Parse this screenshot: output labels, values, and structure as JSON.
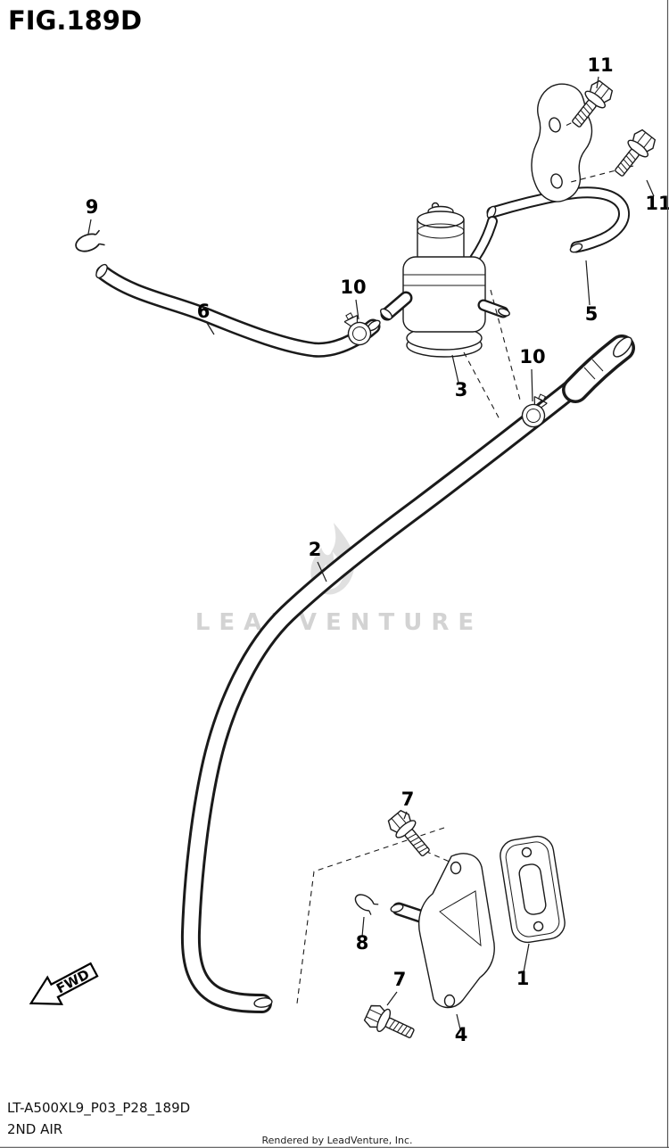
{
  "figure": {
    "title": "FIG.189D",
    "part_code": "LT-A500XL9_P03_P28_189D",
    "section_label": "2ND AIR",
    "rendered_by": "Rendered by LeadVenture, Inc.",
    "watermark_text": "LEADVENTURE",
    "fwd_label": "FWD"
  },
  "callouts": [
    {
      "id": "11-top",
      "label": "11"
    },
    {
      "id": "11-right",
      "label": "11"
    },
    {
      "id": "9",
      "label": "9"
    },
    {
      "id": "6",
      "label": "6"
    },
    {
      "id": "10-left",
      "label": "10"
    },
    {
      "id": "3",
      "label": "3"
    },
    {
      "id": "5",
      "label": "5"
    },
    {
      "id": "10-right",
      "label": "10"
    },
    {
      "id": "2",
      "label": "2"
    },
    {
      "id": "7-upper",
      "label": "7"
    },
    {
      "id": "8",
      "label": "8"
    },
    {
      "id": "1",
      "label": "1"
    },
    {
      "id": "7-lower",
      "label": "7"
    },
    {
      "id": "4",
      "label": "4"
    }
  ],
  "colors": {
    "line": "#1a1a1a",
    "watermark": "#c9c9c9",
    "background": "#ffffff"
  }
}
